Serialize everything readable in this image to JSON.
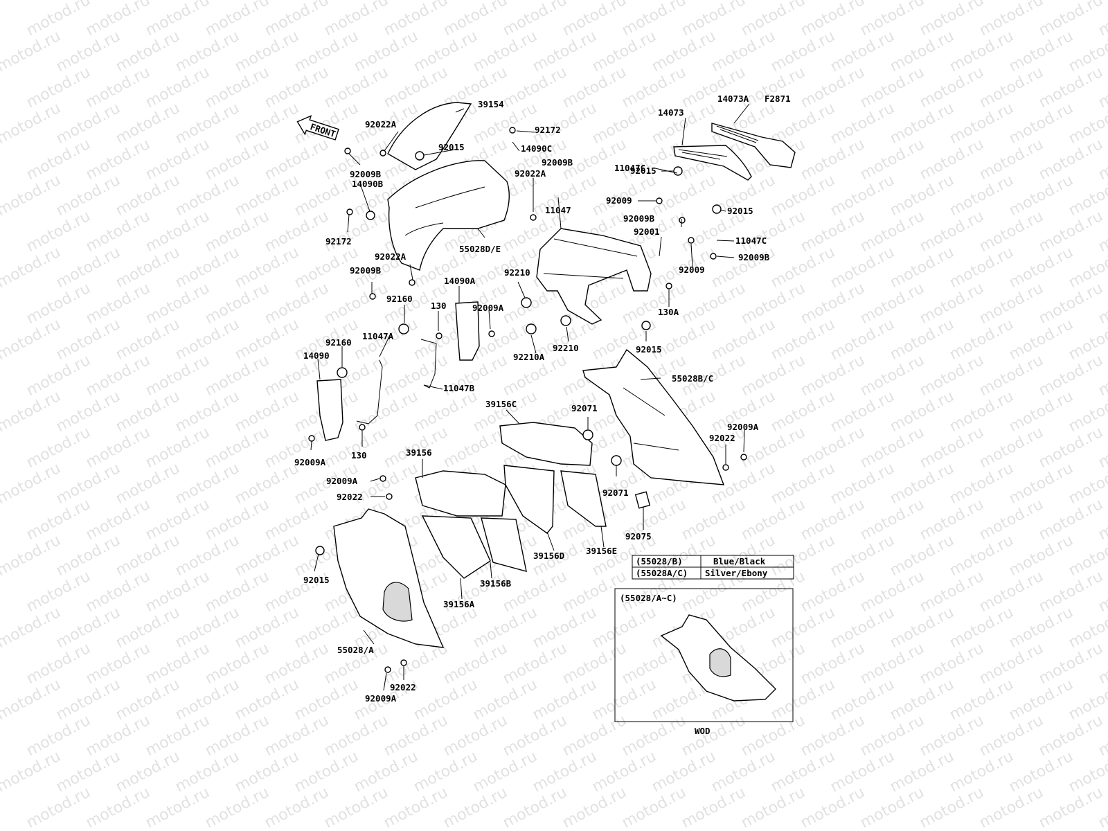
{
  "watermark": "motod.ru",
  "figure_code": "F2871",
  "front_label": "FRONT",
  "callouts": {
    "c39154": "39154",
    "c92022A_1": "92022A",
    "c92015_1": "92015",
    "c92009B_1": "92009B",
    "c92172_1": "92172",
    "c14090C": "14090C",
    "c14090B": "14090B",
    "c92022A_2": "92022A",
    "c92009B_2": "92009B",
    "c92172_2": "92172",
    "c55028DE": "55028D/E",
    "c92022A_3": "92022A",
    "c92009B_3": "92009B",
    "c14073": "14073",
    "c14073A": "14073A",
    "c92015_2": "92015",
    "c11047C_1": "11047C",
    "c92009_1": "92009",
    "c92015_3": "92015",
    "c92009B_4": "92009B",
    "c11047": "11047",
    "c92001": "92001",
    "c11047C_2": "11047C",
    "c92009_2": "92009",
    "c92009B_5": "92009B",
    "c92210": "92210",
    "c130A": "130A",
    "c14090A": "14090A",
    "c92160_1": "92160",
    "c130_1": "130",
    "c92009A_1": "92009A",
    "c11047A": "11047A",
    "c92160_2": "92160",
    "c14090": "14090",
    "c11047B": "11047B",
    "c92210A": "92210A",
    "c92210_2": "92210",
    "c92015_4": "92015",
    "c55028BC": "55028B/C",
    "c92009A_2": "92009A",
    "c130_2": "130",
    "c39156C": "39156C",
    "c92071_1": "92071",
    "c92009A_3": "92009A",
    "c92022_1": "92022",
    "c39156": "39156",
    "c92009A_4": "92009A",
    "c92022_2": "92022",
    "c92071_2": "92071",
    "c92075": "92075",
    "c39156D": "39156D",
    "c39156E": "39156E",
    "c92015_5": "92015",
    "c39156B": "39156B",
    "c39156A": "39156A",
    "c55028A": "55028/A",
    "c92022_3": "92022",
    "c92009A_5": "92009A"
  },
  "color_table": [
    {
      "code": "(55028/B)",
      "color": "Blue/Black"
    },
    {
      "code": "(55028A/C)",
      "color": "Silver/Ebony"
    }
  ],
  "inset": {
    "title": "(55028/A~C)",
    "caption": "WOD"
  }
}
